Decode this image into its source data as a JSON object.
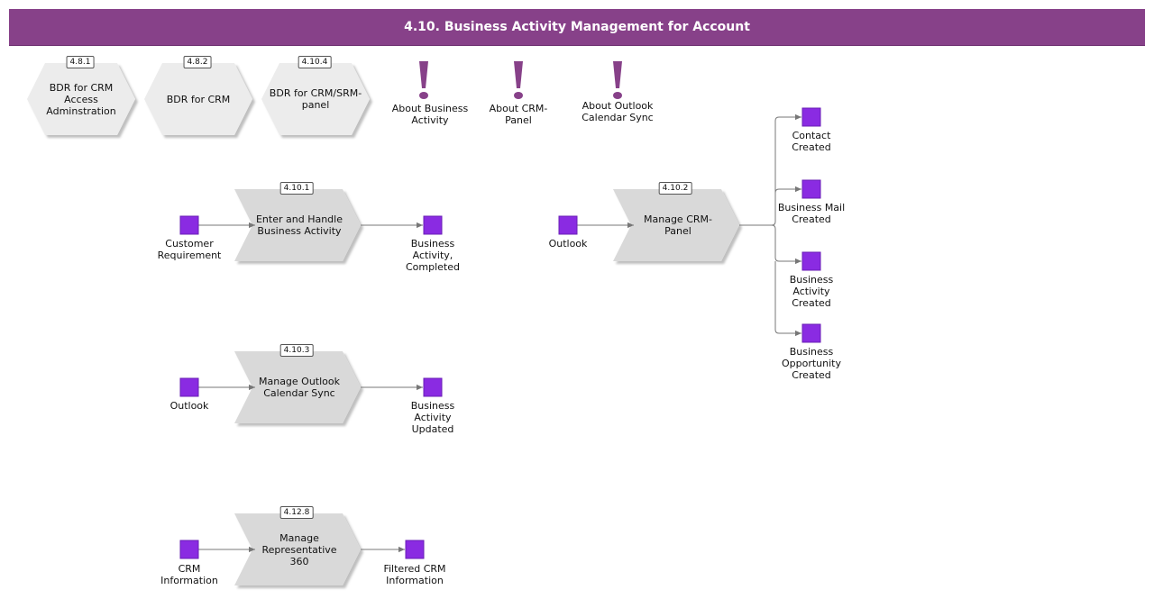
{
  "title": "4.10. Business Activity Management for Account",
  "colors": {
    "header": "#874189",
    "event": "#8a2be2",
    "function_fill": "#d9d9d9",
    "hexagon_fill": "#ececec",
    "connector": "#777777",
    "exclamation": "#874189"
  },
  "process_interfaces": [
    {
      "id": "4.8.1",
      "label": "BDR for CRM Access Adminstration"
    },
    {
      "id": "4.8.2",
      "label": "BDR for CRM"
    },
    {
      "id": "4.10.4",
      "label": "BDR for CRM/SRM-panel"
    }
  ],
  "notes": [
    {
      "label": "About Business Activity",
      "icon": "exclamation-icon"
    },
    {
      "label": "About CRM-Panel",
      "icon": "exclamation-icon"
    },
    {
      "label": "About Outlook Calendar Sync",
      "icon": "exclamation-icon"
    }
  ],
  "functions": [
    {
      "id": "4.10.1",
      "label": "Enter and Handle Business Activity"
    },
    {
      "id": "4.10.2",
      "label": "Manage CRM-Panel"
    },
    {
      "id": "4.10.3",
      "label": "Manage Outlook Calendar Sync"
    },
    {
      "id": "4.12.8",
      "label": "Manage Representative 360"
    }
  ],
  "events": {
    "customer_requirement": "Customer Requirement",
    "business_activity_completed": "Business Activity, Completed",
    "outlook_crm": "Outlook",
    "contact_created": "Contact Created",
    "business_mail_created": "Business Mail Created",
    "business_activity_created": "Business Activity Created",
    "business_opportunity_created": "Business Opportunity Created",
    "outlook_sync": "Outlook",
    "business_activity_updated": "Business Activity Updated",
    "crm_information": "CRM Information",
    "filtered_crm_information": "Filtered CRM Information"
  }
}
